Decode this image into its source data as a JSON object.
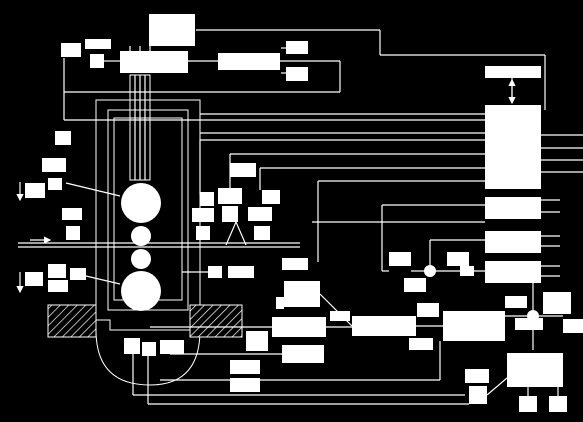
{
  "diagram": {
    "background": "#000000",
    "foreground": "#ffffff",
    "blocks_have_text": false,
    "components": [
      "top-controller-block",
      "screwdown-drive-block",
      "left-small-blocks",
      "right-top-small-blocks",
      "mill-stand-housing",
      "work-rolls",
      "backup-rolls",
      "foundation-left",
      "foundation-right",
      "main-processor-block",
      "right-processing-chain",
      "summing-junctions",
      "hydraulic-blocks",
      "bottom-output-blocks"
    ]
  }
}
